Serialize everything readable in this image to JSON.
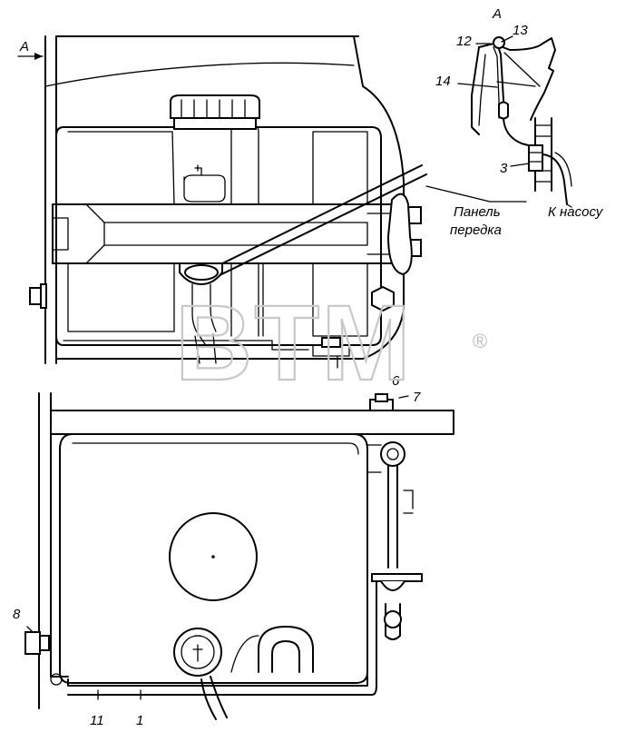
{
  "view_label": "A",
  "callout_label": "A",
  "labels": {
    "panel_line1": "Панель",
    "panel_line2": "передка",
    "to_pump": "К насосу"
  },
  "part_numbers": {
    "p12": "12",
    "p13": "13",
    "p14": "14",
    "p3": "3",
    "p6": "6",
    "p7": "7",
    "p8": "8",
    "p11": "11",
    "p1": "1"
  },
  "watermark": {
    "text": "BTM",
    "mark": "®"
  }
}
